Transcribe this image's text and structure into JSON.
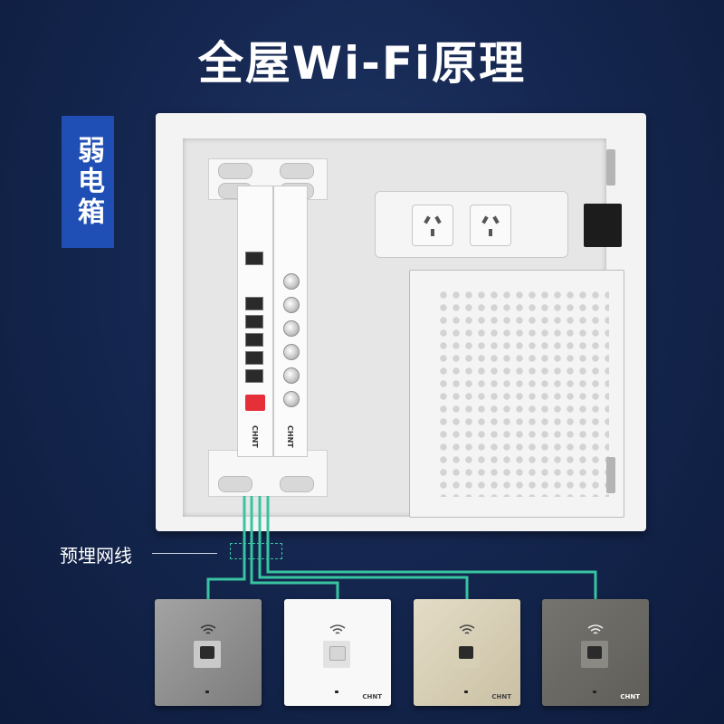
{
  "title": "全屋Wi-Fi原理",
  "side_label": "弱电箱",
  "cable_label": "预埋网线",
  "module_brand": "CHNT",
  "panel_brand": "CHNT",
  "colors": {
    "background": "#152750",
    "side_label_bg": "#1f4fb4",
    "wire": "#38c4a0",
    "panel_gray": "#8e8e8e",
    "panel_white": "#f7f7f7",
    "panel_champagne": "#d9d2b9",
    "panel_dark": "#6b6b67"
  },
  "icons": {
    "wifi": "wifi-icon",
    "jack": "ethernet-jack-icon"
  },
  "panels": [
    {
      "finish": "gray"
    },
    {
      "finish": "white"
    },
    {
      "finish": "champagne"
    },
    {
      "finish": "dark"
    }
  ]
}
